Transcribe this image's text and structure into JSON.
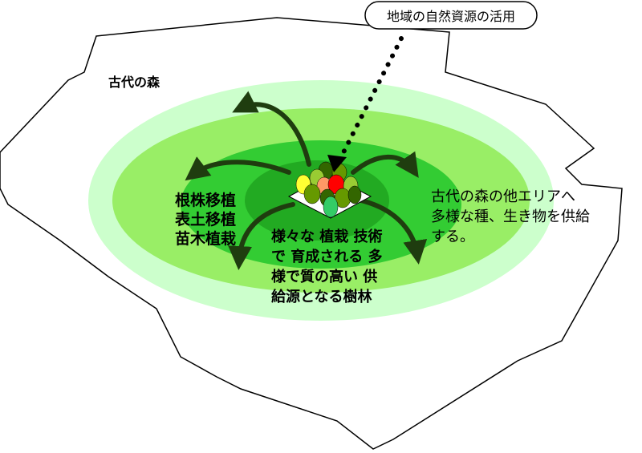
{
  "labels": {
    "callout": "地域の自然資源の活用",
    "forest_title": "古代の森",
    "methods": [
      "根株移植",
      "表土移植",
      "苗木植栽"
    ],
    "center_text": [
      "様々な 植栽 技術",
      "で 育成される  多",
      "様で質の高い  供",
      "給源となる樹林"
    ],
    "right_text": [
      "古代の森の他エリアへ",
      "多様な種、生き物を供給",
      "する。"
    ]
  },
  "colors": {
    "outer_ring": "#ccffcc",
    "middle_ring": "#99ee66",
    "inner_ring": "#33cc33",
    "core": "#22aa22",
    "arrow": "#1f3d0f",
    "outline": "#000000"
  }
}
